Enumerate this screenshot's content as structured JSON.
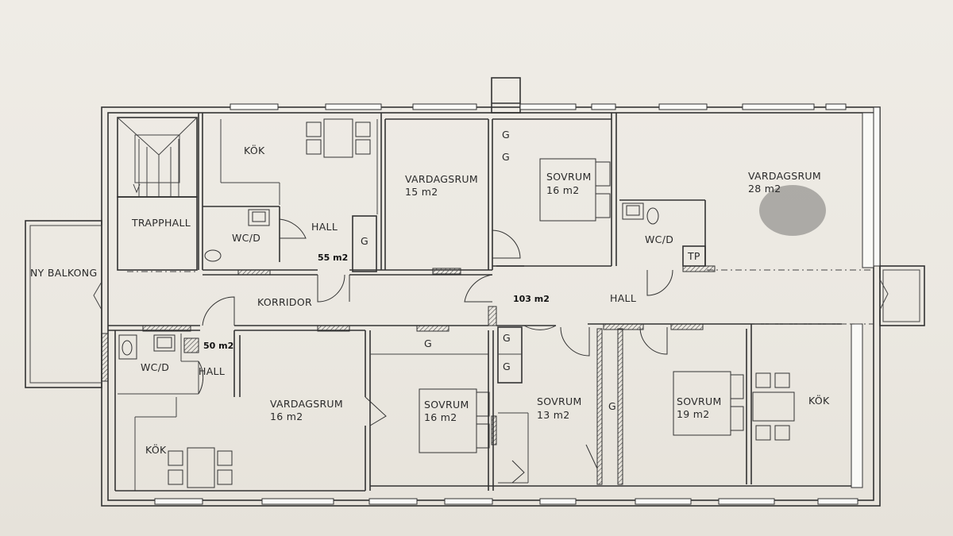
{
  "rooms": {
    "trapphall": "TRAPPHALL",
    "ny_balkong": "NY BALKONG",
    "kok_top": "KÖK",
    "hall_top_left": "HALL",
    "wcd_top_left": "WC/D",
    "area_55": "55 m2",
    "g_top_left": "G",
    "vardagsrum_15": "VARDAGSRUM",
    "vardagsrum_15_area": "15 m2",
    "g_top_mid_1": "G",
    "g_top_mid_2": "G",
    "sovrum_16_top": "SOVRUM",
    "sovrum_16_top_area": "16 m2",
    "vardagsrum_28": "VARDAGSRUM",
    "vardagsrum_28_area": "28 m2",
    "wcd_top_right": "WC/D",
    "tp": "TP",
    "korridor": "KORRIDOR",
    "area_103": "103 m2",
    "hall_mid": "HALL",
    "area_50": "50 m2",
    "wcd_bottom_left": "WC/D",
    "hall_bottom_left": "HALL",
    "vardagsrum_16": "VARDAGSRUM",
    "vardagsrum_16_area": "16 m2",
    "kok_bottom_left": "KÖK",
    "g_bottom_mid": "G",
    "sovrum_16_bottom": "SOVRUM",
    "sovrum_16_bottom_area": "16 m2",
    "g_bottom_c1": "G",
    "g_bottom_c2": "G",
    "sovrum_13": "SOVRUM",
    "sovrum_13_area": "13 m2",
    "g_bottom_right": "G",
    "sovrum_19": "SOVRUM",
    "sovrum_19_area": "19 m2",
    "kok_bottom_right": "KÖK"
  }
}
